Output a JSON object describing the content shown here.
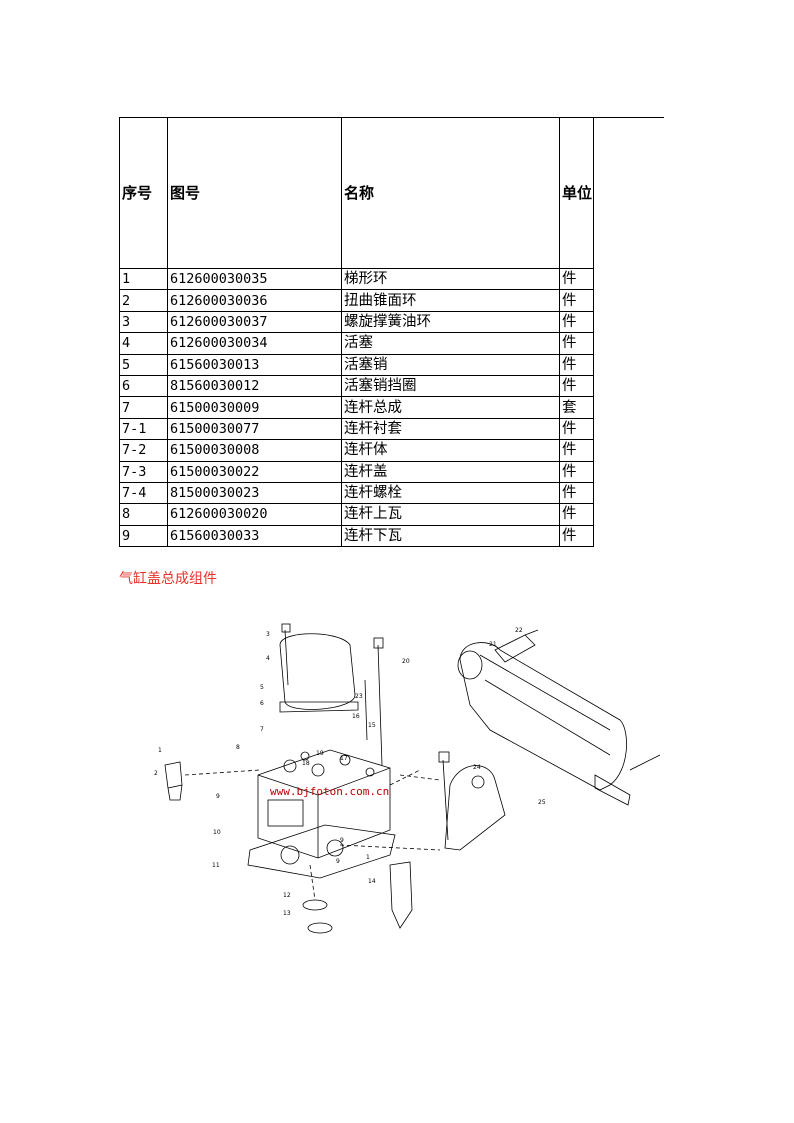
{
  "table": {
    "headers": [
      "序号",
      "图号",
      "名称",
      "单位",
      ""
    ],
    "rows": [
      [
        "1",
        "612600030035",
        "梯形环",
        "件"
      ],
      [
        "2",
        "612600030036",
        "扭曲锥面环",
        "件"
      ],
      [
        "3",
        "612600030037",
        "螺旋撑簧油环",
        "件"
      ],
      [
        "4",
        "612600030034",
        "活塞",
        "件"
      ],
      [
        "5",
        "61560030013",
        "活塞销",
        "件"
      ],
      [
        "6",
        "81560030012",
        "活塞销挡圈",
        "件"
      ],
      [
        "7",
        "61500030009",
        "连杆总成",
        "套"
      ],
      [
        "7-1",
        "61500030077",
        "连杆衬套",
        "件"
      ],
      [
        "7-2",
        "61500030008",
        "连杆体",
        "件"
      ],
      [
        "7-3",
        "61500030022",
        "连杆盖",
        "件"
      ],
      [
        "7-4",
        "81500030023",
        "连杆螺栓",
        "件"
      ],
      [
        "8",
        "612600030020",
        "连杆上瓦",
        "件"
      ],
      [
        "9",
        "61560030033",
        "连杆下瓦",
        "件"
      ]
    ]
  },
  "section_title": "气缸盖总成组件",
  "diagram": {
    "watermark": "www.bjfoton.com.cn",
    "labels": [
      "1",
      "2",
      "3",
      "4",
      "5",
      "6",
      "7",
      "8",
      "9",
      "9",
      "10",
      "11",
      "12",
      "13",
      "14",
      "15",
      "16",
      "17",
      "18",
      "19",
      "20",
      "21",
      "22",
      "23",
      "24",
      "25",
      "1",
      "9"
    ]
  }
}
